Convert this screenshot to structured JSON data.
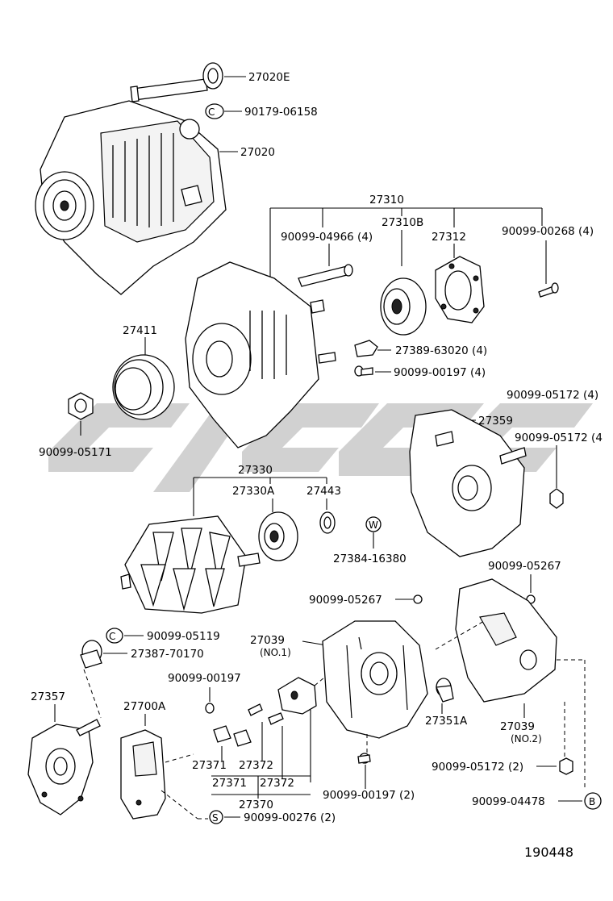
{
  "diagram_id": "190448",
  "watermark_text": "CYGG",
  "part_labels": {
    "l_27020E": "27020E",
    "l_90179_06158": "90179-06158",
    "l_27020": "27020",
    "l_27310": "27310",
    "l_27310B": "27310B",
    "l_27312": "27312",
    "l_90099_04966": "90099-04966 (4)",
    "l_90099_00268": "90099-00268 (4)",
    "l_27411": "27411",
    "l_27389_63020": "27389-63020 (4)",
    "l_90099_00197_4": "90099-00197 (4)",
    "l_90099_05172_4a": "90099-05172 (4)",
    "l_27359": "27359",
    "l_90099_05172_4b": "90099-05172 (4",
    "l_90099_05171": "90099-05171",
    "l_27330": "27330",
    "l_27330A": "27330A",
    "l_27443": "27443",
    "l_27384_16380": "27384-16380",
    "l_W": "W",
    "l_90099_05267_r": "90099-05267",
    "l_90099_05267_l": "90099-05267",
    "l_90099_05119": "90099-05119",
    "l_27387_70170": "27387-70170",
    "l_27039_no1": "27039",
    "l_no1": "(NO.1)",
    "l_90099_00197": "90099-00197",
    "l_27357": "27357",
    "l_27700A": "27700A",
    "l_27351A": "27351A",
    "l_27039_no2": "27039",
    "l_no2": "(NO.2)",
    "l_27371a": "27371",
    "l_27372a": "27372",
    "l_27371b": "27371",
    "l_27372b": "27372",
    "l_27370": "27370",
    "l_90099_00197_2": "90099-00197 (2)",
    "l_90099_05172_2": "90099-05172 (2)",
    "l_90099_04478": "90099-04478",
    "l_B": "B",
    "l_S": "S",
    "l_90099_00276": "90099-00276 (2)"
  }
}
